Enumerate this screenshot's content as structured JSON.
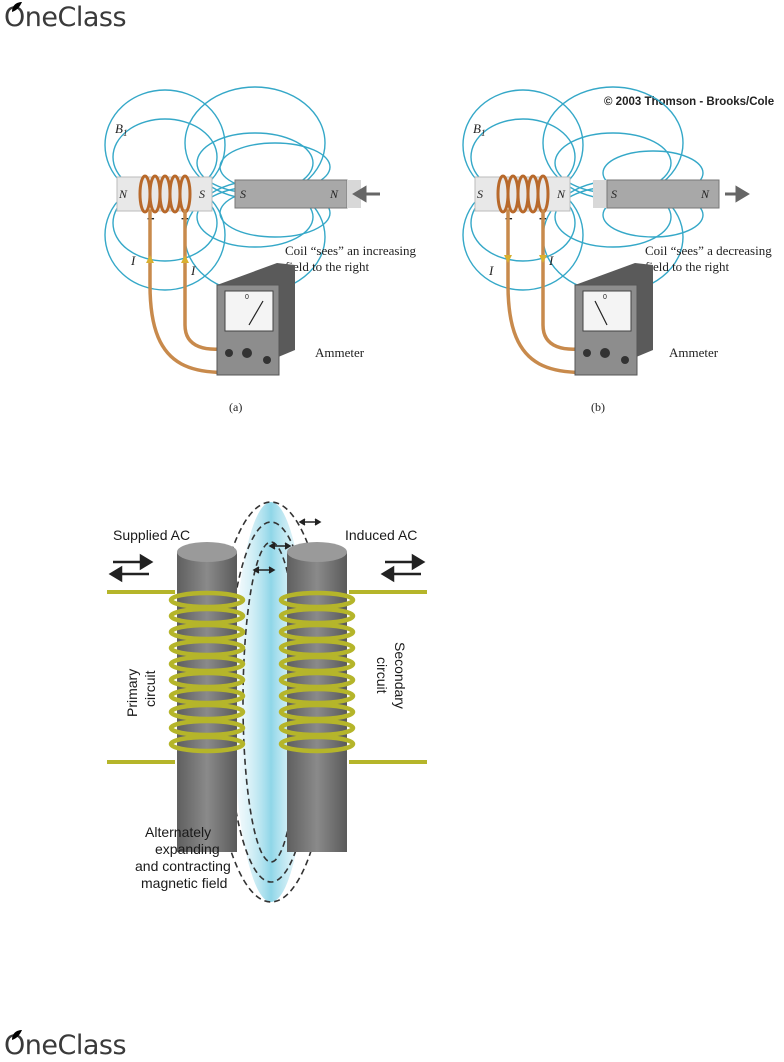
{
  "brand": {
    "logo_text": "OneClass"
  },
  "figure_top": {
    "copyright": "© 2003 Thomson - Brooks/Cole",
    "panel_a": {
      "field_label": "B",
      "field_subscript": "1",
      "coil_left_pole": "N",
      "coil_right_pole": "S",
      "magnet_left_pole": "S",
      "magnet_right_pole": "N",
      "minus": "−",
      "plus": "+",
      "current_left": "I",
      "current_right": "I",
      "caption_line1": "Coil “sees” an increasing",
      "caption_line2": "field to the right",
      "meter_label": "Ammeter",
      "meter_zero": "0",
      "panel_label": "(a)"
    },
    "panel_b": {
      "field_label": "B",
      "field_subscript": "1",
      "coil_left_pole": "S",
      "coil_right_pole": "N",
      "magnet_left_pole": "S",
      "magnet_right_pole": "N",
      "plus": "+",
      "minus": "−",
      "current_left": "I",
      "current_right": "I",
      "caption_line1": "Coil “sees” a decreasing",
      "caption_line2": "field to the right",
      "meter_label": "Ammeter",
      "meter_zero": "0",
      "panel_label": "(b)"
    }
  },
  "figure_bottom": {
    "supplied_label": "Supplied AC",
    "induced_label": "Induced AC",
    "primary_line1": "Primary",
    "primary_line2": "circuit",
    "secondary_line1": "Secondary",
    "secondary_line2": "circuit",
    "caption_line1": "Alternately",
    "caption_line2": "expanding",
    "caption_line3": "and contracting",
    "caption_line4": "magnetic field"
  },
  "colors": {
    "field_line": "#35a8c8",
    "wire": "#c88a4c",
    "coil_copper": "#b8692b",
    "coil_yellow": "#b5b52a",
    "core_gray": "#707070",
    "logo_leaf": "#6aa84f"
  }
}
